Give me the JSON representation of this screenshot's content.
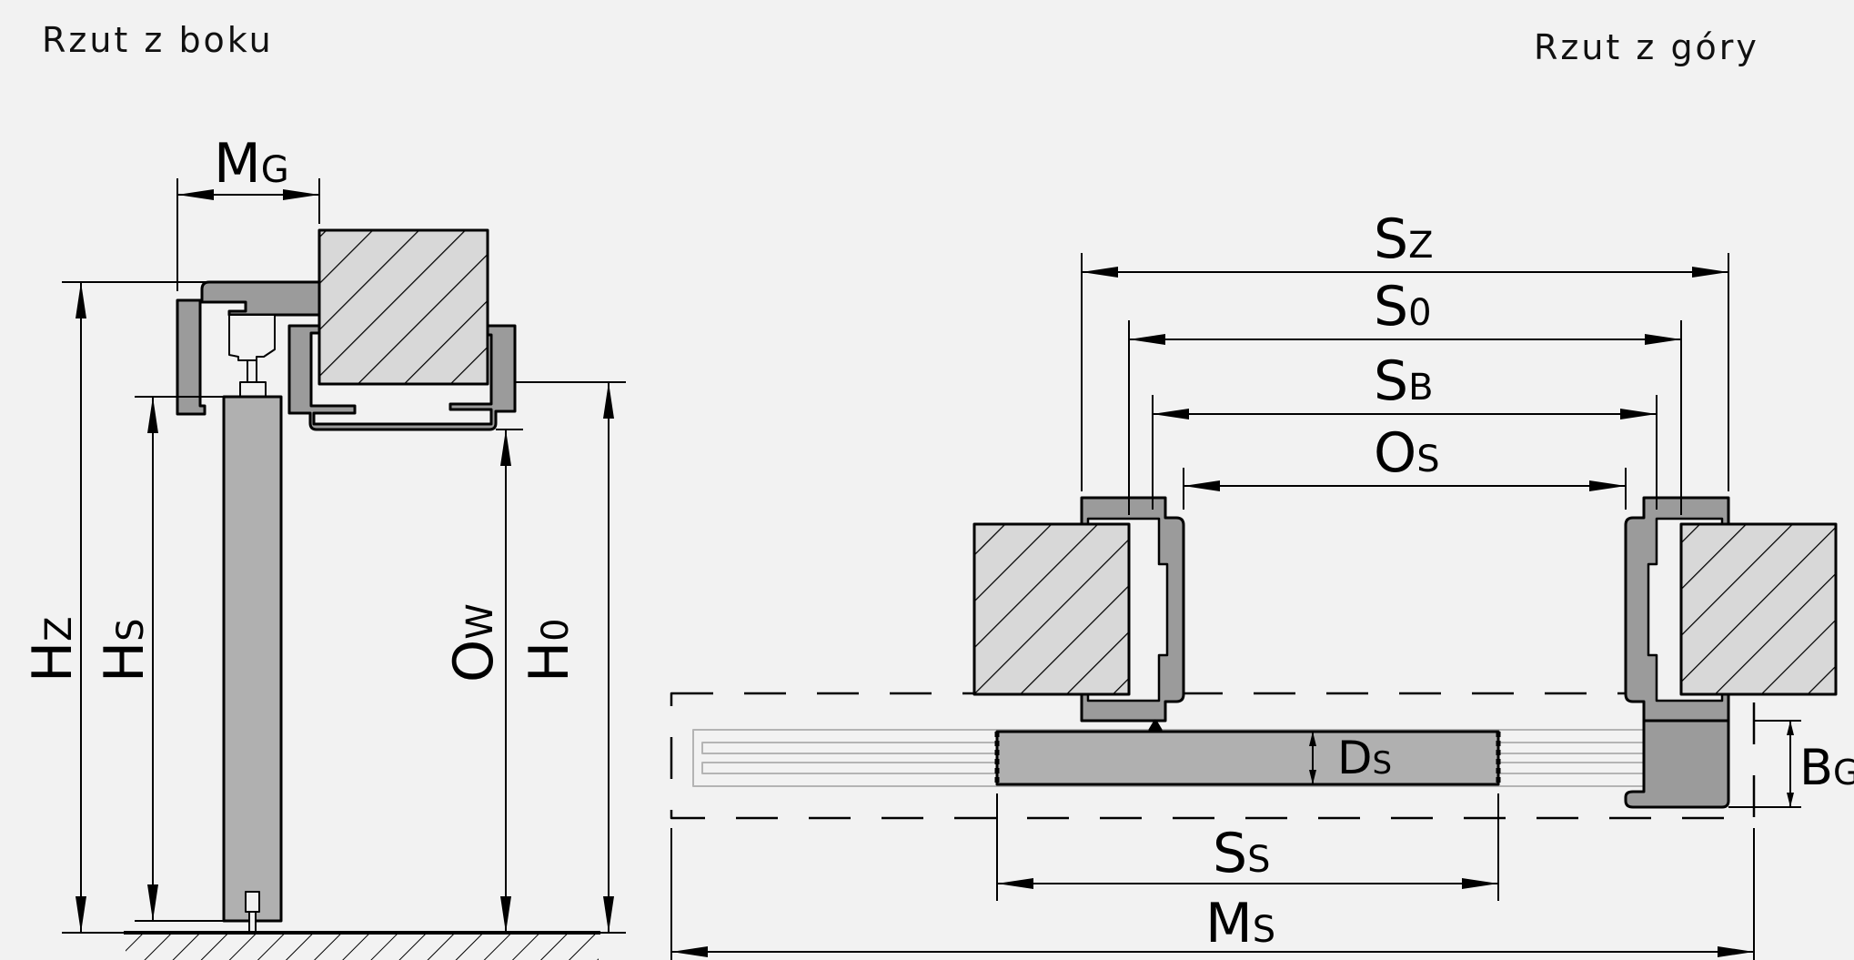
{
  "titles": {
    "side_view": "Rzut z boku",
    "top_view": "Rzut z góry"
  },
  "dimensions": {
    "mg": {
      "main": "M",
      "sub": "G"
    },
    "hz": {
      "main": "H",
      "sub": "Z"
    },
    "hs": {
      "main": "H",
      "sub": "S"
    },
    "ow": {
      "main": "O",
      "sub": "W"
    },
    "h0": {
      "main": "H",
      "sub": "0"
    },
    "sz": {
      "main": "S",
      "sub": "Z"
    },
    "s0": {
      "main": "S",
      "sub": "0"
    },
    "sb": {
      "main": "S",
      "sub": "B"
    },
    "os": {
      "main": "O",
      "sub": "S"
    },
    "ds": {
      "main": "D",
      "sub": "S"
    },
    "bg": {
      "main": "B",
      "sub": "G"
    },
    "ss": {
      "main": "S",
      "sub": "S"
    },
    "ms": {
      "main": "M",
      "sub": "S"
    }
  },
  "colors": {
    "background": "#f2f2f2",
    "profile_gray": "#9b9b9b",
    "panel_gray": "#b0b0b0",
    "wall_hatch_fill": "#d8d8d8",
    "line": "#000000",
    "ghost_line": "#b4b4b4"
  }
}
